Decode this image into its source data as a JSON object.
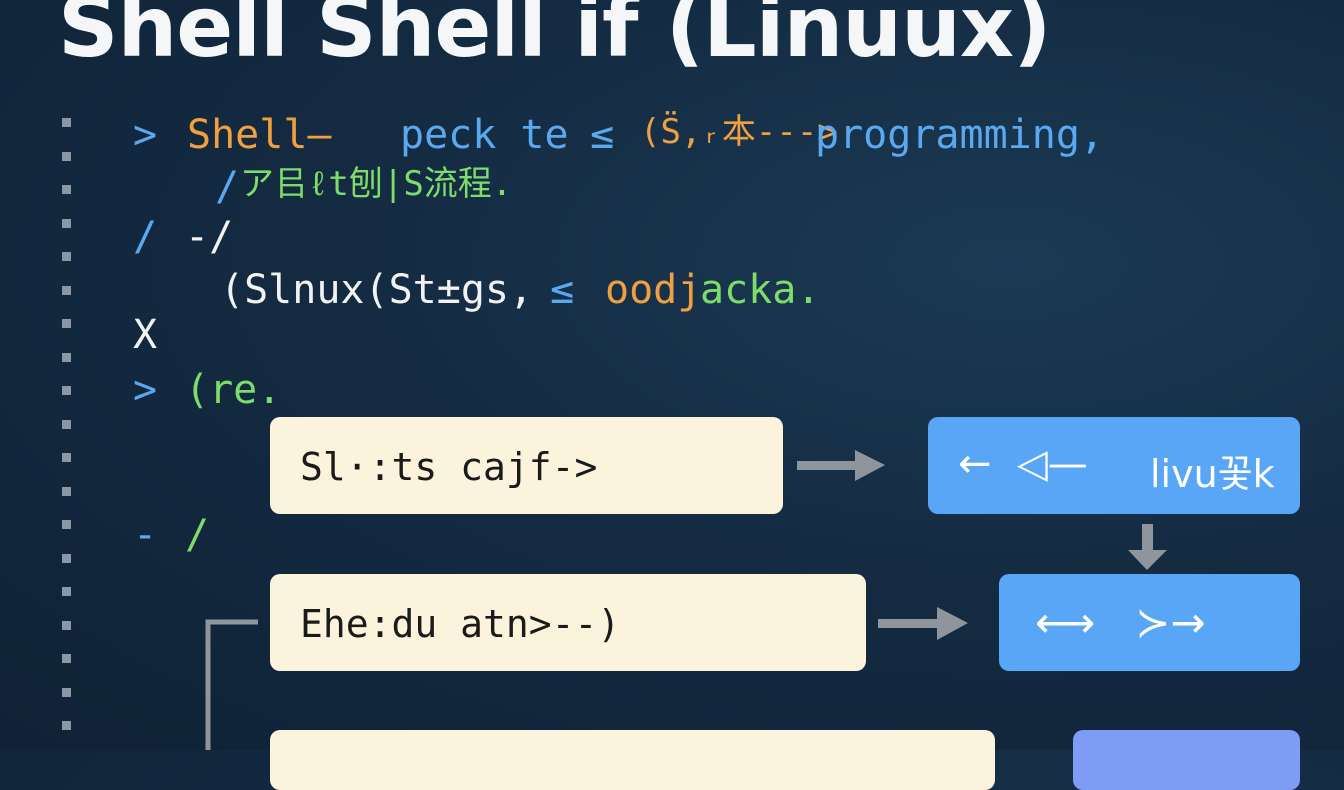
{
  "title": "Shell Shell if (Linuux)",
  "code_lines": {
    "l1_prompt": ">",
    "l1_a": "Shell—",
    "l1_b": "peck te",
    "l1_c": "≤",
    "l1_d": "(S̈,ᵣ本--->",
    "l1_e": "programming,",
    "l2_slash": "/",
    "l2_text": "ア㠯ℓt刨|S流程.",
    "l3_a": "/",
    "l3_b": "-/",
    "l4_a": "(Slnux(St±gs,",
    "l4_b": "≤",
    "l4_c": "oodj",
    "l4_d": "acka.",
    "l5": "X",
    "l6_prompt": ">",
    "l6_text": "(re.",
    "l7_a": "-",
    "l7_b": "/"
  },
  "flow": {
    "box1": "Sl·:ts cajf->",
    "box2": "Ehe:du atn>--)",
    "blue1_icons": "←  ◁—",
    "blue1_text": "livu꽃k",
    "blue2_text": "⟷   ≻→"
  },
  "colors": {
    "background": "#142b42",
    "cream": "#fbf3dc",
    "blue": "#58a6f5",
    "purple": "#7f9cf5",
    "arrow": "#8e959c"
  }
}
